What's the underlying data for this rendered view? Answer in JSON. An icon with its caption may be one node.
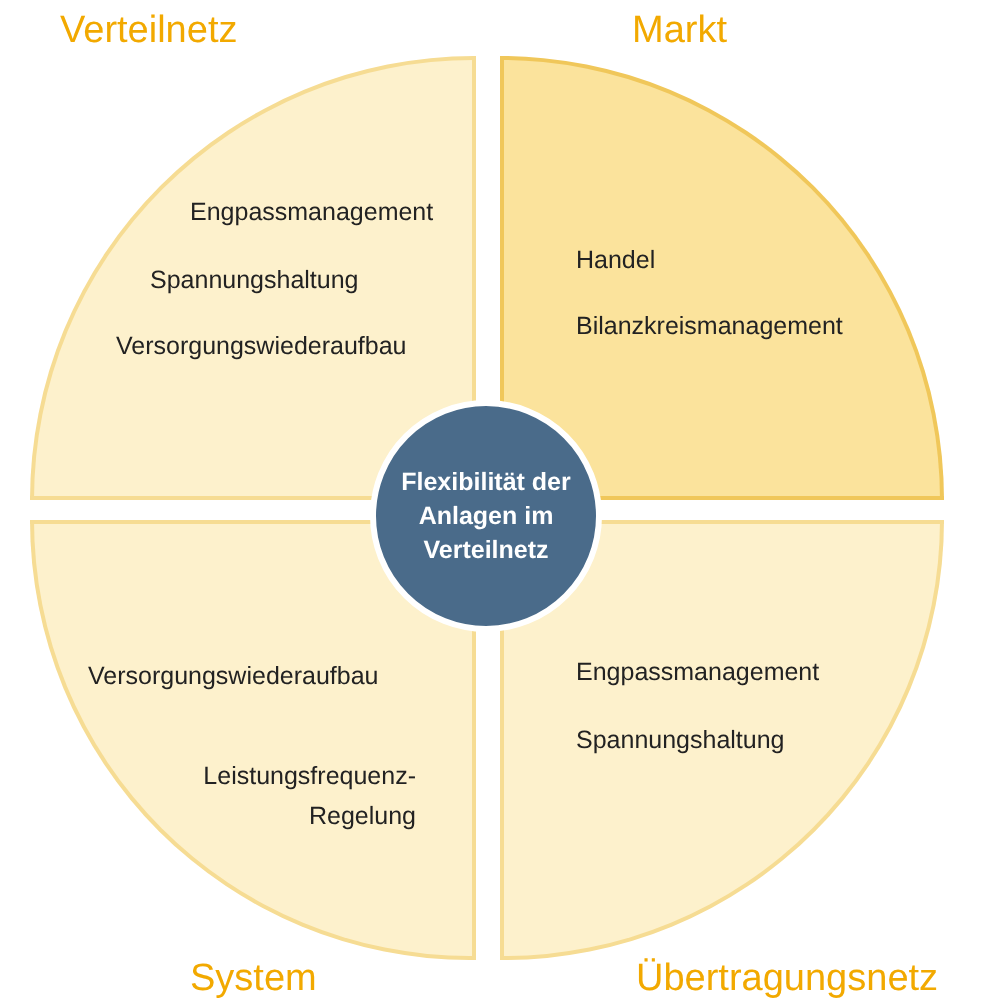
{
  "diagram": {
    "nodes": [
      {
        "text": [
          "Verteilnetz",
          "Engpassmanagement",
          "Spannungshaltung",
          "Versorgungswiederaufbau"
        ]
      },
      {
        "text": [
          "Markt",
          "Handel",
          "Bilanzkreismanagement"
        ]
      },
      {
        "text": [
          "Versorgungswiederaufbau",
          "Leistungsfrequenz- Regelung",
          "System"
        ]
      },
      {
        "text": [
          "Engpassmanagement",
          "Spannungshaltung",
          "Übertragungsnetz"
        ]
      },
      {
        "text": [
          "Flexibilität der Anlagen im Verteilnetz"
        ]
      }
    ]
  }
}
